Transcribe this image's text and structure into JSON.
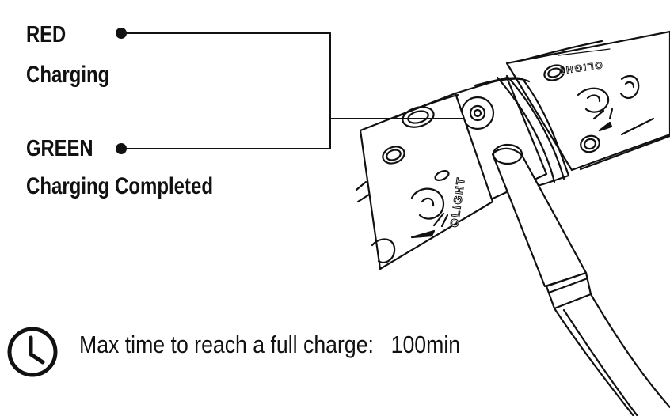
{
  "indicators": [
    {
      "state": "RED",
      "meaning": "Charging"
    },
    {
      "state": "GREEN",
      "meaning": "Charging Completed"
    }
  ],
  "charge_time": {
    "label": "Max time to reach a full charge:",
    "value": "100min",
    "icon": "clock-icon"
  },
  "device": {
    "brand_text": "OLIGHT",
    "line_color": "#111111"
  }
}
